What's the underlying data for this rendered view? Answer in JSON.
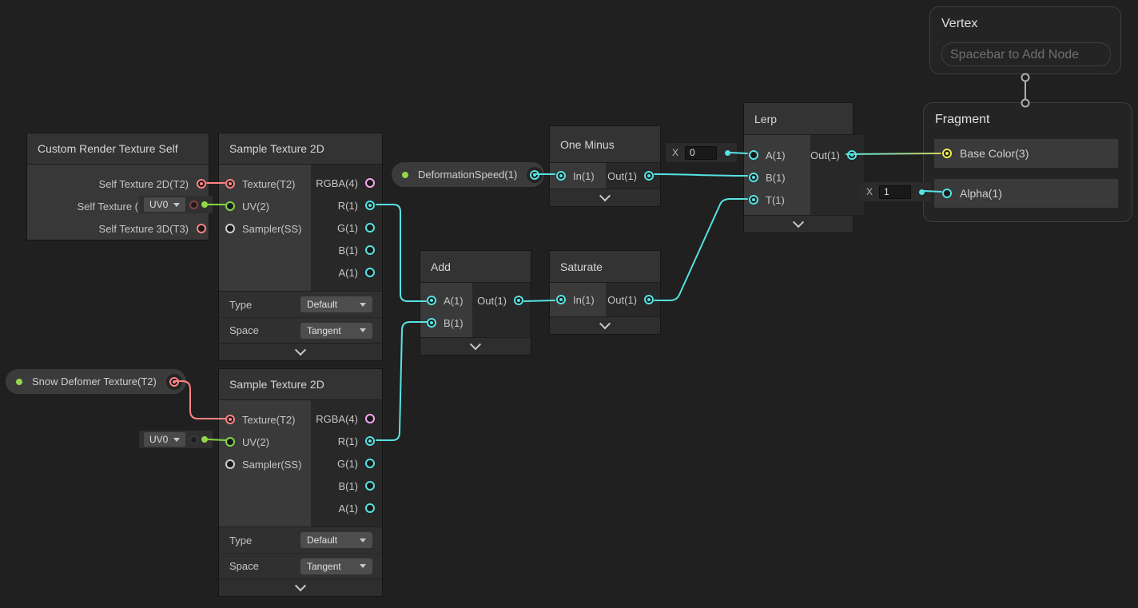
{
  "canvas": {
    "background": "#202020"
  },
  "colors": {
    "wire_float": "#56e3e3",
    "wire_uv": "#84d743",
    "wire_texture": "#ff8383",
    "wire_vector3_end": "#cdd45c",
    "port_float": "#56e3e3",
    "port_texture": "#ff8383",
    "port_uv": "#84d743",
    "port_vector4": "#f9a8f2",
    "port_vector3": "#eded4e",
    "port_sampler": "#d0d0d0",
    "property_dot": "#93d649",
    "block_link": "#b0b0b0"
  },
  "blocks": {
    "vertex": {
      "title": "Vertex",
      "placeholder": "Spacebar to Add Node"
    },
    "fragment": {
      "title": "Fragment",
      "base_color_label": "Base Color(3)",
      "alpha_label": "Alpha(1)"
    }
  },
  "nodes": {
    "customRenderTextureSelf": {
      "title": "Custom Render Texture Self",
      "outputs": [
        "Self Texture 2D(T2)",
        "Self Texture (",
        "Self Texture 3D(T3)"
      ]
    },
    "sampleTexture1": {
      "title": "Sample Texture 2D",
      "inputs": [
        "Texture(T2)",
        "UV(2)",
        "Sampler(SS)"
      ],
      "outputs": [
        "RGBA(4)",
        "R(1)",
        "G(1)",
        "B(1)",
        "A(1)"
      ],
      "type_label": "Type",
      "type_value": "Default",
      "space_label": "Space",
      "space_value": "Tangent"
    },
    "sampleTexture2": {
      "title": "Sample Texture 2D",
      "inputs": [
        "Texture(T2)",
        "UV(2)",
        "Sampler(SS)"
      ],
      "outputs": [
        "RGBA(4)",
        "R(1)",
        "G(1)",
        "B(1)",
        "A(1)"
      ],
      "type_label": "Type",
      "type_value": "Default",
      "space_label": "Space",
      "space_value": "Tangent"
    },
    "oneMinus": {
      "title": "One Minus",
      "input": "In(1)",
      "output": "Out(1)"
    },
    "add": {
      "title": "Add",
      "inputs": [
        "A(1)",
        "B(1)"
      ],
      "output": "Out(1)"
    },
    "saturate": {
      "title": "Saturate",
      "input": "In(1)",
      "output": "Out(1)"
    },
    "lerp": {
      "title": "Lerp",
      "inputs": [
        "A(1)",
        "B(1)",
        "T(1)"
      ],
      "output": "Out(1)"
    }
  },
  "properties": {
    "deformationSpeed": {
      "label": "DeformationSpeed(1)"
    },
    "snowDeformer": {
      "label": "Snow Defomer Texture(T2)"
    }
  },
  "inline": {
    "lerpA": {
      "label": "X",
      "value": "0"
    },
    "alpha": {
      "label": "X",
      "value": "1"
    },
    "uv1": {
      "value": "UV0"
    },
    "uv2": {
      "value": "UV0"
    }
  }
}
